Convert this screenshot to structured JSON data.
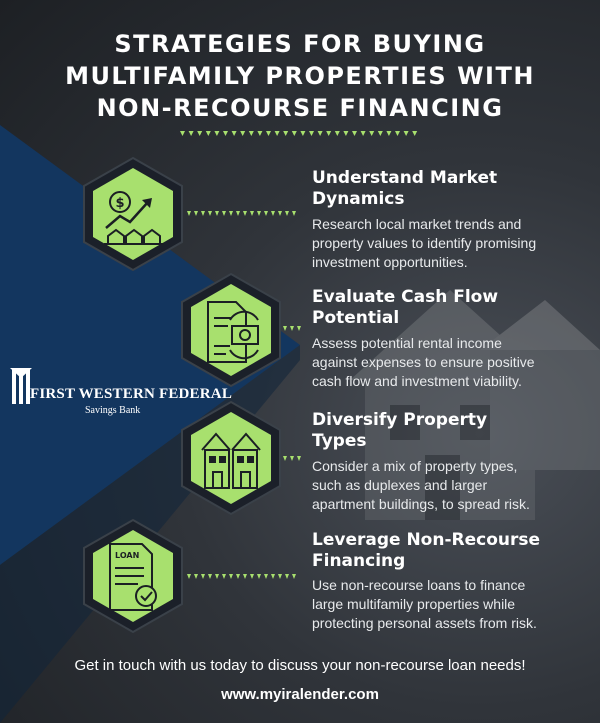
{
  "title_lines": [
    "STRATEGIES FOR BUYING",
    "MULTIFAMILY PROPERTIES WITH",
    "NON-RECOURSE FINANCING"
  ],
  "colors": {
    "accent": "#a8e06e",
    "navy": "#13365f",
    "bg": "#2b2f35"
  },
  "steps": [
    {
      "icon": "market-growth-icon",
      "heading_lines": [
        "Understand Market",
        "Dynamics"
      ],
      "desc_lines": [
        "Research local market trends and",
        "property values to identify promising",
        "investment opportunities."
      ]
    },
    {
      "icon": "cash-flow-document-icon",
      "heading_lines": [
        "Evaluate Cash Flow",
        "Potential"
      ],
      "desc_lines": [
        "Assess potential rental income",
        "against expenses to ensure positive",
        "cash flow and investment viability."
      ]
    },
    {
      "icon": "property-types-icon",
      "heading_lines": [
        "Diversify Property",
        "Types"
      ],
      "desc_lines": [
        "Consider a mix of property types,",
        "such as duplexes and larger",
        "apartment buildings, to spread risk."
      ]
    },
    {
      "icon": "loan-document-icon",
      "heading_lines": [
        "Leverage Non-Recourse",
        "Financing"
      ],
      "desc_lines": [
        "Use non-recourse loans to finance",
        "large multifamily properties while",
        "protecting personal assets from risk."
      ]
    }
  ],
  "loan_doc_text": "LOAN",
  "logo": {
    "name": "FIRST WESTERN FEDERAL",
    "subtitle": "Savings Bank"
  },
  "footer": {
    "cta": "Get in touch with us today to discuss your non-recourse loan needs!",
    "url": "www.myiralender.com"
  }
}
